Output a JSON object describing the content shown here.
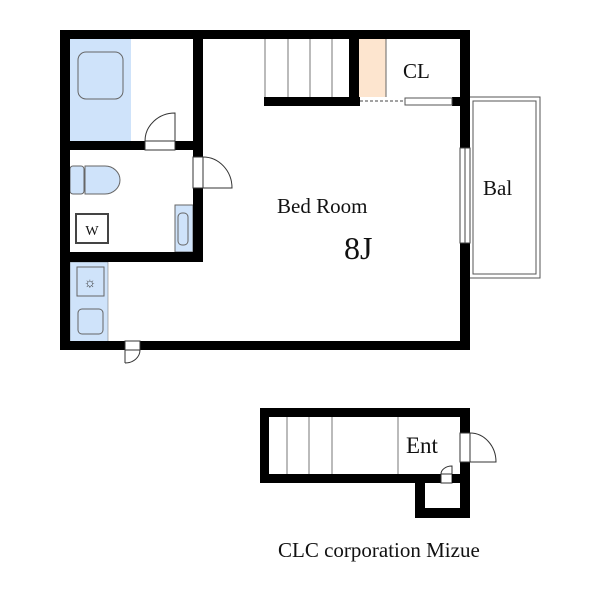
{
  "floorplan": {
    "rooms": {
      "bedroom": "Bed Room",
      "bedroom_size": "8J",
      "closet": "CL",
      "balcony": "Bal",
      "entrance": "Ent",
      "washer": "W"
    },
    "company": "CLC corporation Mizue",
    "colors": {
      "wall": "#000000",
      "fixture": "#cfe3fa",
      "closet": "#fde5cf"
    }
  }
}
